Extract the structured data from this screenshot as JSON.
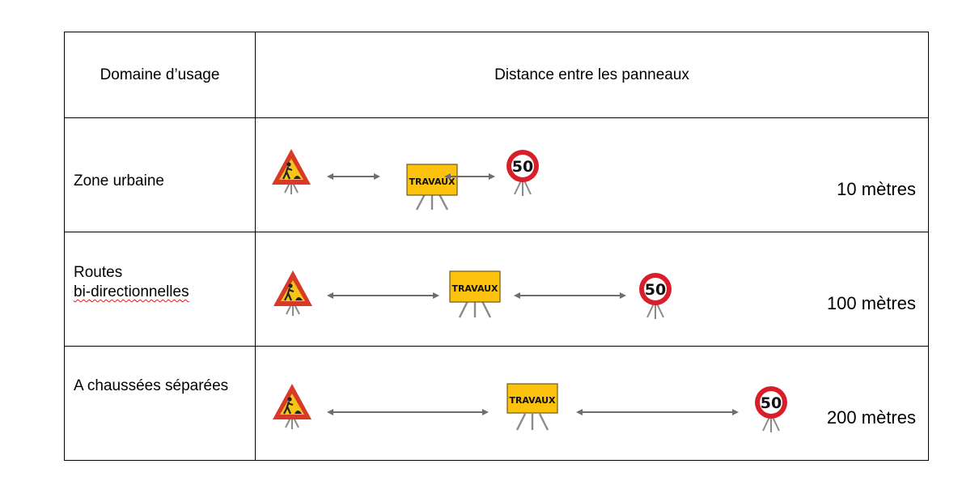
{
  "table": {
    "headers": {
      "domain": "Domaine d’usage",
      "distance": "Distance entre les panneaux"
    },
    "rows": [
      {
        "domain_lines": [
          "Zone urbaine"
        ],
        "distance": "10 mètres"
      },
      {
        "domain_lines": [
          "Routes",
          "bi-directionnelles"
        ],
        "distance": "100 mètres"
      },
      {
        "domain_lines": [
          "A chaussées séparées"
        ],
        "distance": "200 mètres"
      }
    ]
  },
  "signs": {
    "works_sign_label": "TRAVAUX",
    "speed_limit": "50",
    "icons": [
      "road-works-triangle-icon",
      "travaux-panel-icon",
      "speed-limit-50-icon",
      "double-arrow-icon"
    ]
  },
  "colors": {
    "triangle_red": "#d93a26",
    "triangle_yellow": "#f5c518",
    "travaux_yellow": "#fdc20e",
    "speed_red": "#d81e28",
    "arrow_gray": "#6e6e6e",
    "leg_gray": "#8a8a8a"
  }
}
